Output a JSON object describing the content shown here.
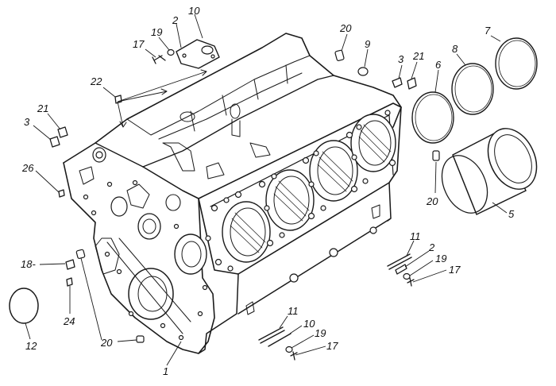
{
  "callouts": [
    {
      "id": "c-10-top",
      "text": "10"
    },
    {
      "id": "c-2-top",
      "text": "2"
    },
    {
      "id": "c-19-top",
      "text": "19"
    },
    {
      "id": "c-17-top",
      "text": "17"
    },
    {
      "id": "c-20-top",
      "text": "20"
    },
    {
      "id": "c-9",
      "text": "9"
    },
    {
      "id": "c-3-right",
      "text": "3"
    },
    {
      "id": "c-21-right",
      "text": "21"
    },
    {
      "id": "c-6",
      "text": "6"
    },
    {
      "id": "c-8",
      "text": "8"
    },
    {
      "id": "c-7",
      "text": "7"
    },
    {
      "id": "c-22",
      "text": "22"
    },
    {
      "id": "c-21-left",
      "text": "21"
    },
    {
      "id": "c-3-left",
      "text": "3"
    },
    {
      "id": "c-26",
      "text": "26"
    },
    {
      "id": "c-20-right",
      "text": "20"
    },
    {
      "id": "c-5",
      "text": "5"
    },
    {
      "id": "c-11-right",
      "text": "11"
    },
    {
      "id": "c-2-right",
      "text": "2"
    },
    {
      "id": "c-19-right",
      "text": "19"
    },
    {
      "id": "c-17-right",
      "text": "17"
    },
    {
      "id": "c-18",
      "text": "18-"
    },
    {
      "id": "c-24",
      "text": "24"
    },
    {
      "id": "c-12",
      "text": "12"
    },
    {
      "id": "c-20-bottom",
      "text": "20"
    },
    {
      "id": "c-1",
      "text": "1"
    },
    {
      "id": "c-11-bottom",
      "text": "11"
    },
    {
      "id": "c-10-bottom",
      "text": "10"
    },
    {
      "id": "c-19-bottom",
      "text": "19"
    },
    {
      "id": "c-17-bottom",
      "text": "17"
    }
  ],
  "colors": {
    "ink": "#1a1a1a",
    "paper": "#ffffff"
  }
}
